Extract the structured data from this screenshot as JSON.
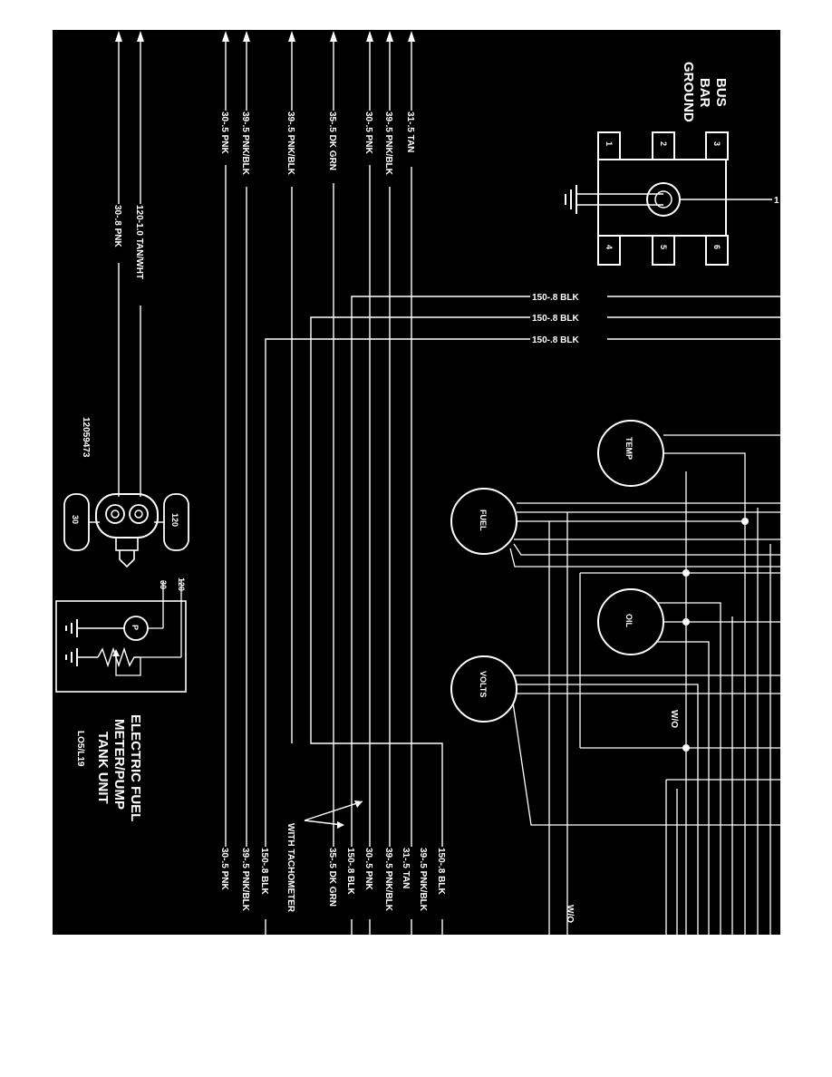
{
  "colors": {
    "background": "#000000",
    "ink": "#ffffff",
    "page": "#ffffff"
  },
  "bus_bar": {
    "title_lines": [
      "BUS",
      "BAR",
      "GROUND"
    ],
    "terminals": [
      "1",
      "2",
      "3",
      "4",
      "5",
      "6"
    ],
    "callout": "1"
  },
  "top_wires": [
    "120-1.0 TAN/WHT",
    "30-.8 PNK",
    "30-.5 PNK",
    "39-.5 PNK/BLK",
    "39-.5 PNK/BLK",
    "35-.5 DK GRN",
    "30-.5 PNK",
    "39-.5 PNK/BLK",
    "31-.5 TAN"
  ],
  "ground_wires": [
    "150-.8 BLK",
    "150-.8 BLK",
    "150-.8 BLK"
  ],
  "part_number": "12059473",
  "connector_pins": [
    "30",
    "120"
  ],
  "pump_wire_labels": [
    "30",
    "120"
  ],
  "pump_symbol": "P",
  "tank_unit_title": [
    "ELECTRIC FUEL",
    "METER/PUMP",
    "TANK UNIT"
  ],
  "tank_unit_code": "LO5/L19",
  "gauges": [
    "TEMP",
    "FUEL",
    "OIL",
    "VOLTS"
  ],
  "wo_labels": [
    "W/O",
    "W/O"
  ],
  "tachometer_note": "WITH TACHOMETER",
  "bottom_wires": [
    "30-.5 PNK",
    "39-.5 PNK/BLK",
    "150-.8 BLK",
    "35-.5 DK GRN",
    "150-.8 BLK",
    "30-.5 PNK",
    "39-.5 PNK/BLK",
    "31-.5 TAN",
    "39-.5 PNK/BLK",
    "150-.8 BLK"
  ]
}
